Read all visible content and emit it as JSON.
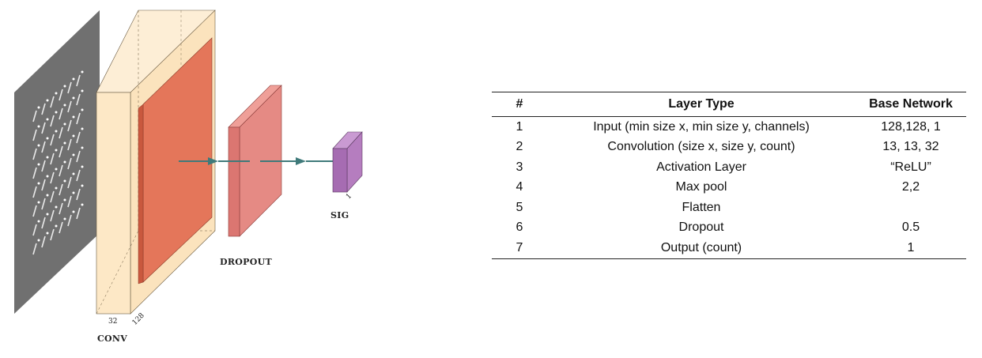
{
  "diagram": {
    "conv_label": "CONV",
    "conv_dim_a": "32",
    "conv_dim_b": "128",
    "dropout_label": "DROPOUT",
    "sig_label": "SIG",
    "sig_dim": "1",
    "colors": {
      "input_image": "#707070",
      "conv_box": "#fde8c6",
      "conv_inner": "#e4765a",
      "dropout_box": "#e58a84",
      "sig_box": "#b57dbf",
      "arrow": "#3f7a7a"
    }
  },
  "table": {
    "headers": [
      "#",
      "Layer Type",
      "Base Network"
    ],
    "rows": [
      {
        "idx": "1",
        "type": "Input (min size x, min size y, channels)",
        "base": "128,128, 1"
      },
      {
        "idx": "2",
        "type": "Convolution (size x, size y, count)",
        "base": "13, 13, 32"
      },
      {
        "idx": "3",
        "type": "Activation Layer",
        "base": "“ReLU”"
      },
      {
        "idx": "4",
        "type": "Max pool",
        "base": "2,2"
      },
      {
        "idx": "5",
        "type": "Flatten",
        "base": ""
      },
      {
        "idx": "6",
        "type": "Dropout",
        "base": "0.5"
      },
      {
        "idx": "7",
        "type": "Output (count)",
        "base": "1"
      }
    ]
  }
}
